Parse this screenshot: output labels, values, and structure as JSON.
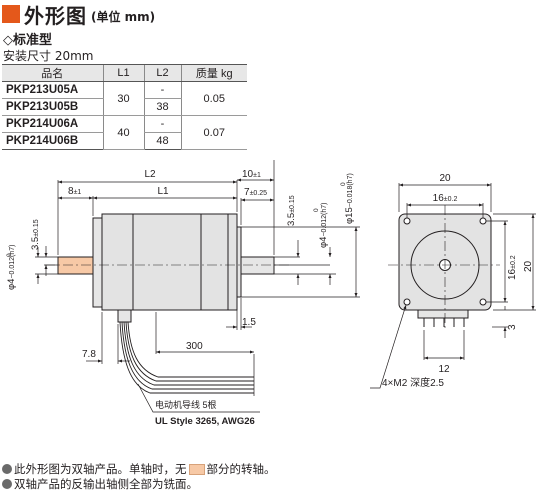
{
  "header": {
    "title": "外形图",
    "unit": "(单位 mm)"
  },
  "subtitle": "◇标准型",
  "mount_size": "安装尺寸 20mm",
  "table": {
    "headers": [
      "品名",
      "L1",
      "L2",
      "质量 kg"
    ],
    "rows": [
      {
        "name": "PKP213U05A",
        "l1": "30",
        "l2": "-",
        "mass": "0.05"
      },
      {
        "name": "PKP213U05B",
        "l2": "38"
      },
      {
        "name": "PKP214U06A",
        "l1": "40",
        "l2": "-",
        "mass": "0.07"
      },
      {
        "name": "PKP214U06B",
        "l2": "48"
      }
    ]
  },
  "drawing": {
    "L2": "L2",
    "L1": "L1",
    "d8": "8",
    "tol_pm1": "±1",
    "d10": "10",
    "d7": "7",
    "tol_pm025": "±0.25",
    "d35": "3.5",
    "tol_pm015": "±0.15",
    "phi4_left": "φ4",
    "phi4_right": "φ4",
    "phi_tol_top": "0",
    "phi4_tol": "−0.012(h7)",
    "phi15": "φ15",
    "phi15_tol": "−0.018(h7)",
    "d15": "1.5",
    "d78": "7.8",
    "d300": "300",
    "lead_note": "电动机导线 5根",
    "lead_spec": "UL Style 3265, AWG26",
    "front_20_top": "20",
    "front_16": "16",
    "tol_pm02": "±0.2",
    "front_20_right": "20",
    "front_3": "3",
    "front_12": "12",
    "screw_note": "4×M2 深度2.5"
  },
  "notes": {
    "n1_a": "此外形图为双轴产品。单轴时，无",
    "n1_b": "部分的转轴。",
    "n2": "双轴产品的反输出轴侧全部为铣面。"
  },
  "colors": {
    "accent": "#e4581b",
    "shaft": "#f7c9a6",
    "table_head": "#e7e7e7"
  }
}
